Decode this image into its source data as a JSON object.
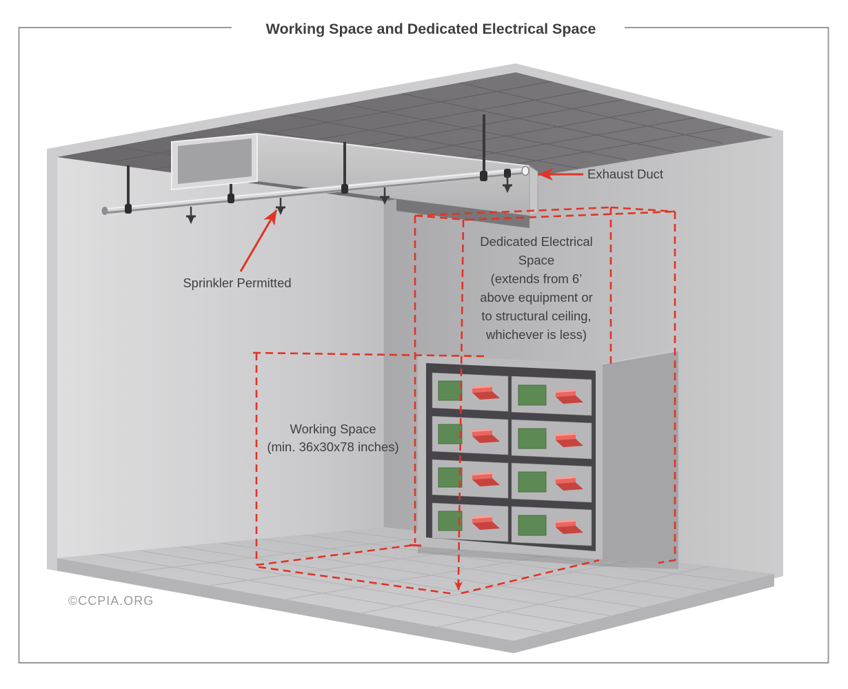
{
  "title": "Working Space and Dedicated Electrical Space",
  "credit": "©CCPIA.ORG",
  "callouts": {
    "exhaust_duct": "Exhaust Duct",
    "sprinkler": "Sprinkler Permitted"
  },
  "dedicated_space": {
    "lines": [
      "Dedicated Electrical",
      "Space",
      "(extends from 6’",
      "above equipment or",
      "to structural ceiling,",
      "whichever is less)"
    ]
  },
  "working_space": {
    "lines": [
      "Working Space",
      "(min. 36x30x78 inches)"
    ]
  },
  "equipment": {
    "type": "electrical-panel",
    "rows": 4,
    "columns": 2
  },
  "colors": {
    "accent_red": "#e03427",
    "label_text": "#3f3e40",
    "credit_gray": "#9b9b9d",
    "panel_green": "#5d8955",
    "handle_red": "#ea665f"
  }
}
